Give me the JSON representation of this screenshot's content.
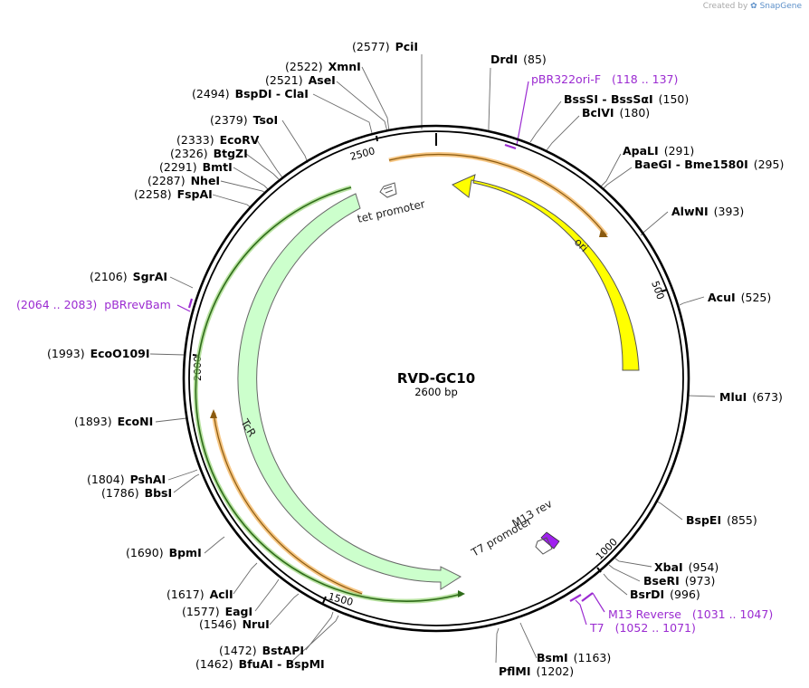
{
  "credit": {
    "prefix": "Created by",
    "brand": "SnapGene"
  },
  "plasmid": {
    "name": "RVD-GC10",
    "size_label": "2600 bp",
    "length": 2600
  },
  "ruler": [
    "500",
    "1000",
    "1500",
    "2000",
    "2500"
  ],
  "sites": [
    {
      "id": "pcii",
      "name": "PciI",
      "pos": "(2577)"
    },
    {
      "id": "xmni",
      "name": "XmnI",
      "pos": "(2522)"
    },
    {
      "id": "asei",
      "name": "AseI",
      "pos": "(2521)"
    },
    {
      "id": "bspdi",
      "name": "BspDI - ClaI",
      "pos": "(2494)"
    },
    {
      "id": "tsoi",
      "name": "TsoI",
      "pos": "(2379)"
    },
    {
      "id": "ecorv",
      "name": "EcoRV",
      "pos": "(2333)"
    },
    {
      "id": "btgzi",
      "name": "BtgZI",
      "pos": "(2326)"
    },
    {
      "id": "bmti",
      "name": "BmtI",
      "pos": "(2291)"
    },
    {
      "id": "nhei",
      "name": "NheI",
      "pos": "(2287)"
    },
    {
      "id": "fspai",
      "name": "FspAI",
      "pos": "(2258)"
    },
    {
      "id": "sgrai",
      "name": "SgrAI",
      "pos": "(2106)"
    },
    {
      "id": "ecoo109i",
      "name": "EcoO109I",
      "pos": "(1993)"
    },
    {
      "id": "econi",
      "name": "EcoNI",
      "pos": "(1893)"
    },
    {
      "id": "pshai",
      "name": "PshAI",
      "pos": "(1804)"
    },
    {
      "id": "bbsi",
      "name": "BbsI",
      "pos": "(1786)"
    },
    {
      "id": "bpmi",
      "name": "BpmI",
      "pos": "(1690)"
    },
    {
      "id": "acli",
      "name": "AclI",
      "pos": "(1617)"
    },
    {
      "id": "eagi",
      "name": "EagI",
      "pos": "(1577)"
    },
    {
      "id": "nrui",
      "name": "NruI",
      "pos": "(1546)"
    },
    {
      "id": "bstapi",
      "name": "BstAPI",
      "pos": "(1472)"
    },
    {
      "id": "bfuai",
      "name": "BfuAI - BspMI",
      "pos": "(1462)"
    },
    {
      "id": "pflmi",
      "name": "PflMI",
      "pos": "(1202)"
    },
    {
      "id": "bsmi",
      "name": "BsmI",
      "pos": "(1163)"
    },
    {
      "id": "bsrdi",
      "name": "BsrDI",
      "pos": "(996)"
    },
    {
      "id": "bseri",
      "name": "BseRI",
      "pos": "(973)"
    },
    {
      "id": "xbai",
      "name": "XbaI",
      "pos": "(954)"
    },
    {
      "id": "bspei",
      "name": "BspEI",
      "pos": "(855)"
    },
    {
      "id": "mlui",
      "name": "MluI",
      "pos": "(673)"
    },
    {
      "id": "acui",
      "name": "AcuI",
      "pos": "(525)"
    },
    {
      "id": "alwni",
      "name": "AlwNI",
      "pos": "(393)"
    },
    {
      "id": "baegi",
      "name": "BaeGI - Bme1580I",
      "pos": "(295)"
    },
    {
      "id": "apali",
      "name": "ApaLI",
      "pos": "(291)"
    },
    {
      "id": "bclvi",
      "name": "BclVI",
      "pos": "(180)"
    },
    {
      "id": "bsssi",
      "name": "BssSI - BssSαI",
      "pos": "(150)"
    },
    {
      "id": "drdi",
      "name": "DrdI",
      "pos": "(85)"
    }
  ],
  "primers": [
    {
      "id": "pbr322ori",
      "name": "pBR322ori-F",
      "range": "(118 .. 137)"
    },
    {
      "id": "pbrrevbam",
      "name": "pBRrevBam",
      "range": "(2064 .. 2083)"
    },
    {
      "id": "m13reverse",
      "name": "M13 Reverse",
      "range": "(1031 .. 1047)"
    },
    {
      "id": "t7",
      "name": "T7",
      "range": "(1052 .. 1071)"
    }
  ],
  "features": [
    {
      "id": "ori",
      "label": "ori",
      "color": "#ffff00",
      "type": "rep_origin"
    },
    {
      "id": "tcr",
      "label": "TcR",
      "color": "#ccffcc",
      "type": "CDS"
    },
    {
      "id": "tet-promoter",
      "label": "tet promoter",
      "type": "promoter"
    },
    {
      "id": "m13-rev",
      "label": "M13 rev",
      "color": "#a020f0",
      "type": "primer_bind"
    },
    {
      "id": "t7-promoter",
      "label": "T7 promoter",
      "type": "promoter"
    }
  ],
  "colors": {
    "primer": "#9b2bd1",
    "orf": "#f0a030",
    "orf_inner": "#3a7a1a",
    "backbone": "#000000"
  }
}
